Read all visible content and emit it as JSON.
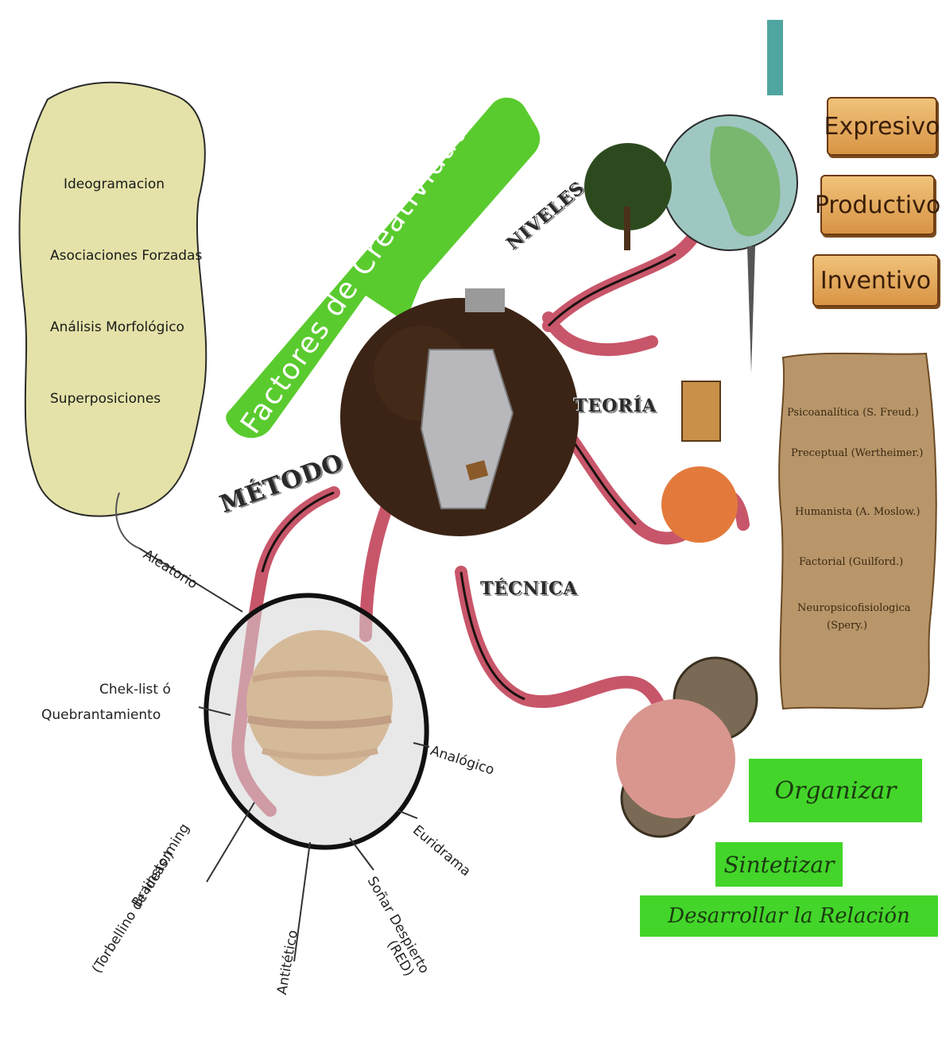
{
  "title": "Factores de Creatividad",
  "left_scroll": {
    "items": [
      "Ideogramacion",
      "Asociaciones Forzadas",
      "Análisis Morfológico",
      "Superposiciones"
    ]
  },
  "branches": {
    "niveles": "NIVELES",
    "teoria": "TEORÍA",
    "tecnica": "TÉCNICA",
    "metodo": "MÉTODO"
  },
  "niveles_signs": [
    "Expresivo",
    "Productivo",
    "Inventivo"
  ],
  "teoria_list": [
    "Psicoanalítica (S. Freud.)",
    "Preceptual (Wertheimer.)",
    "Humanista (A. Moslow.)",
    "Factorial (Guilford.)",
    "Neuropsicofisiologica",
    "(Spery.)"
  ],
  "tecnica_bars": [
    "Organizar",
    "Sintetizar",
    "Desarrollar la Relación"
  ],
  "metodo_items": {
    "aleatorio": "Aleatorio",
    "chek1": "Chek-list ó",
    "chek2": "Quebrantamiento",
    "brain1": "Brainstorming",
    "brain2": "(Torbellino de ideas.)",
    "antitetico": "Antitético",
    "sonar1": "Soñar Despierto",
    "sonar2": "(RED)",
    "euridrama": "Euridrama",
    "analogico": "Analógico"
  },
  "colors": {
    "bubble_green": "#5acb2e",
    "bar_green": "#43d52a",
    "parchment": "#b8966a",
    "scroll_cream": "#e4e2a8",
    "tentacle": "#c8566a",
    "soil": "#3b2415"
  }
}
